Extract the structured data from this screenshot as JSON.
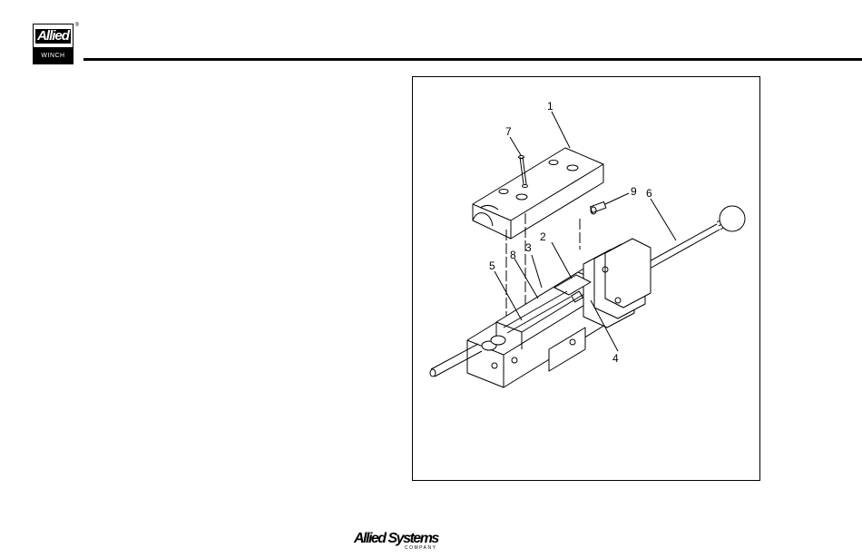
{
  "header": {
    "logo": {
      "word": "Allied",
      "registered": "®",
      "tagline": "WINCH"
    }
  },
  "figure": {
    "callouts": {
      "c1": "1",
      "c2": "2",
      "c3": "3",
      "c4": "4",
      "c5": "5",
      "c6": "6",
      "c7": "7",
      "c8": "8",
      "c9": "9"
    }
  },
  "footer": {
    "company_name": "Allied Systems",
    "company_sub": "COMPANY"
  }
}
